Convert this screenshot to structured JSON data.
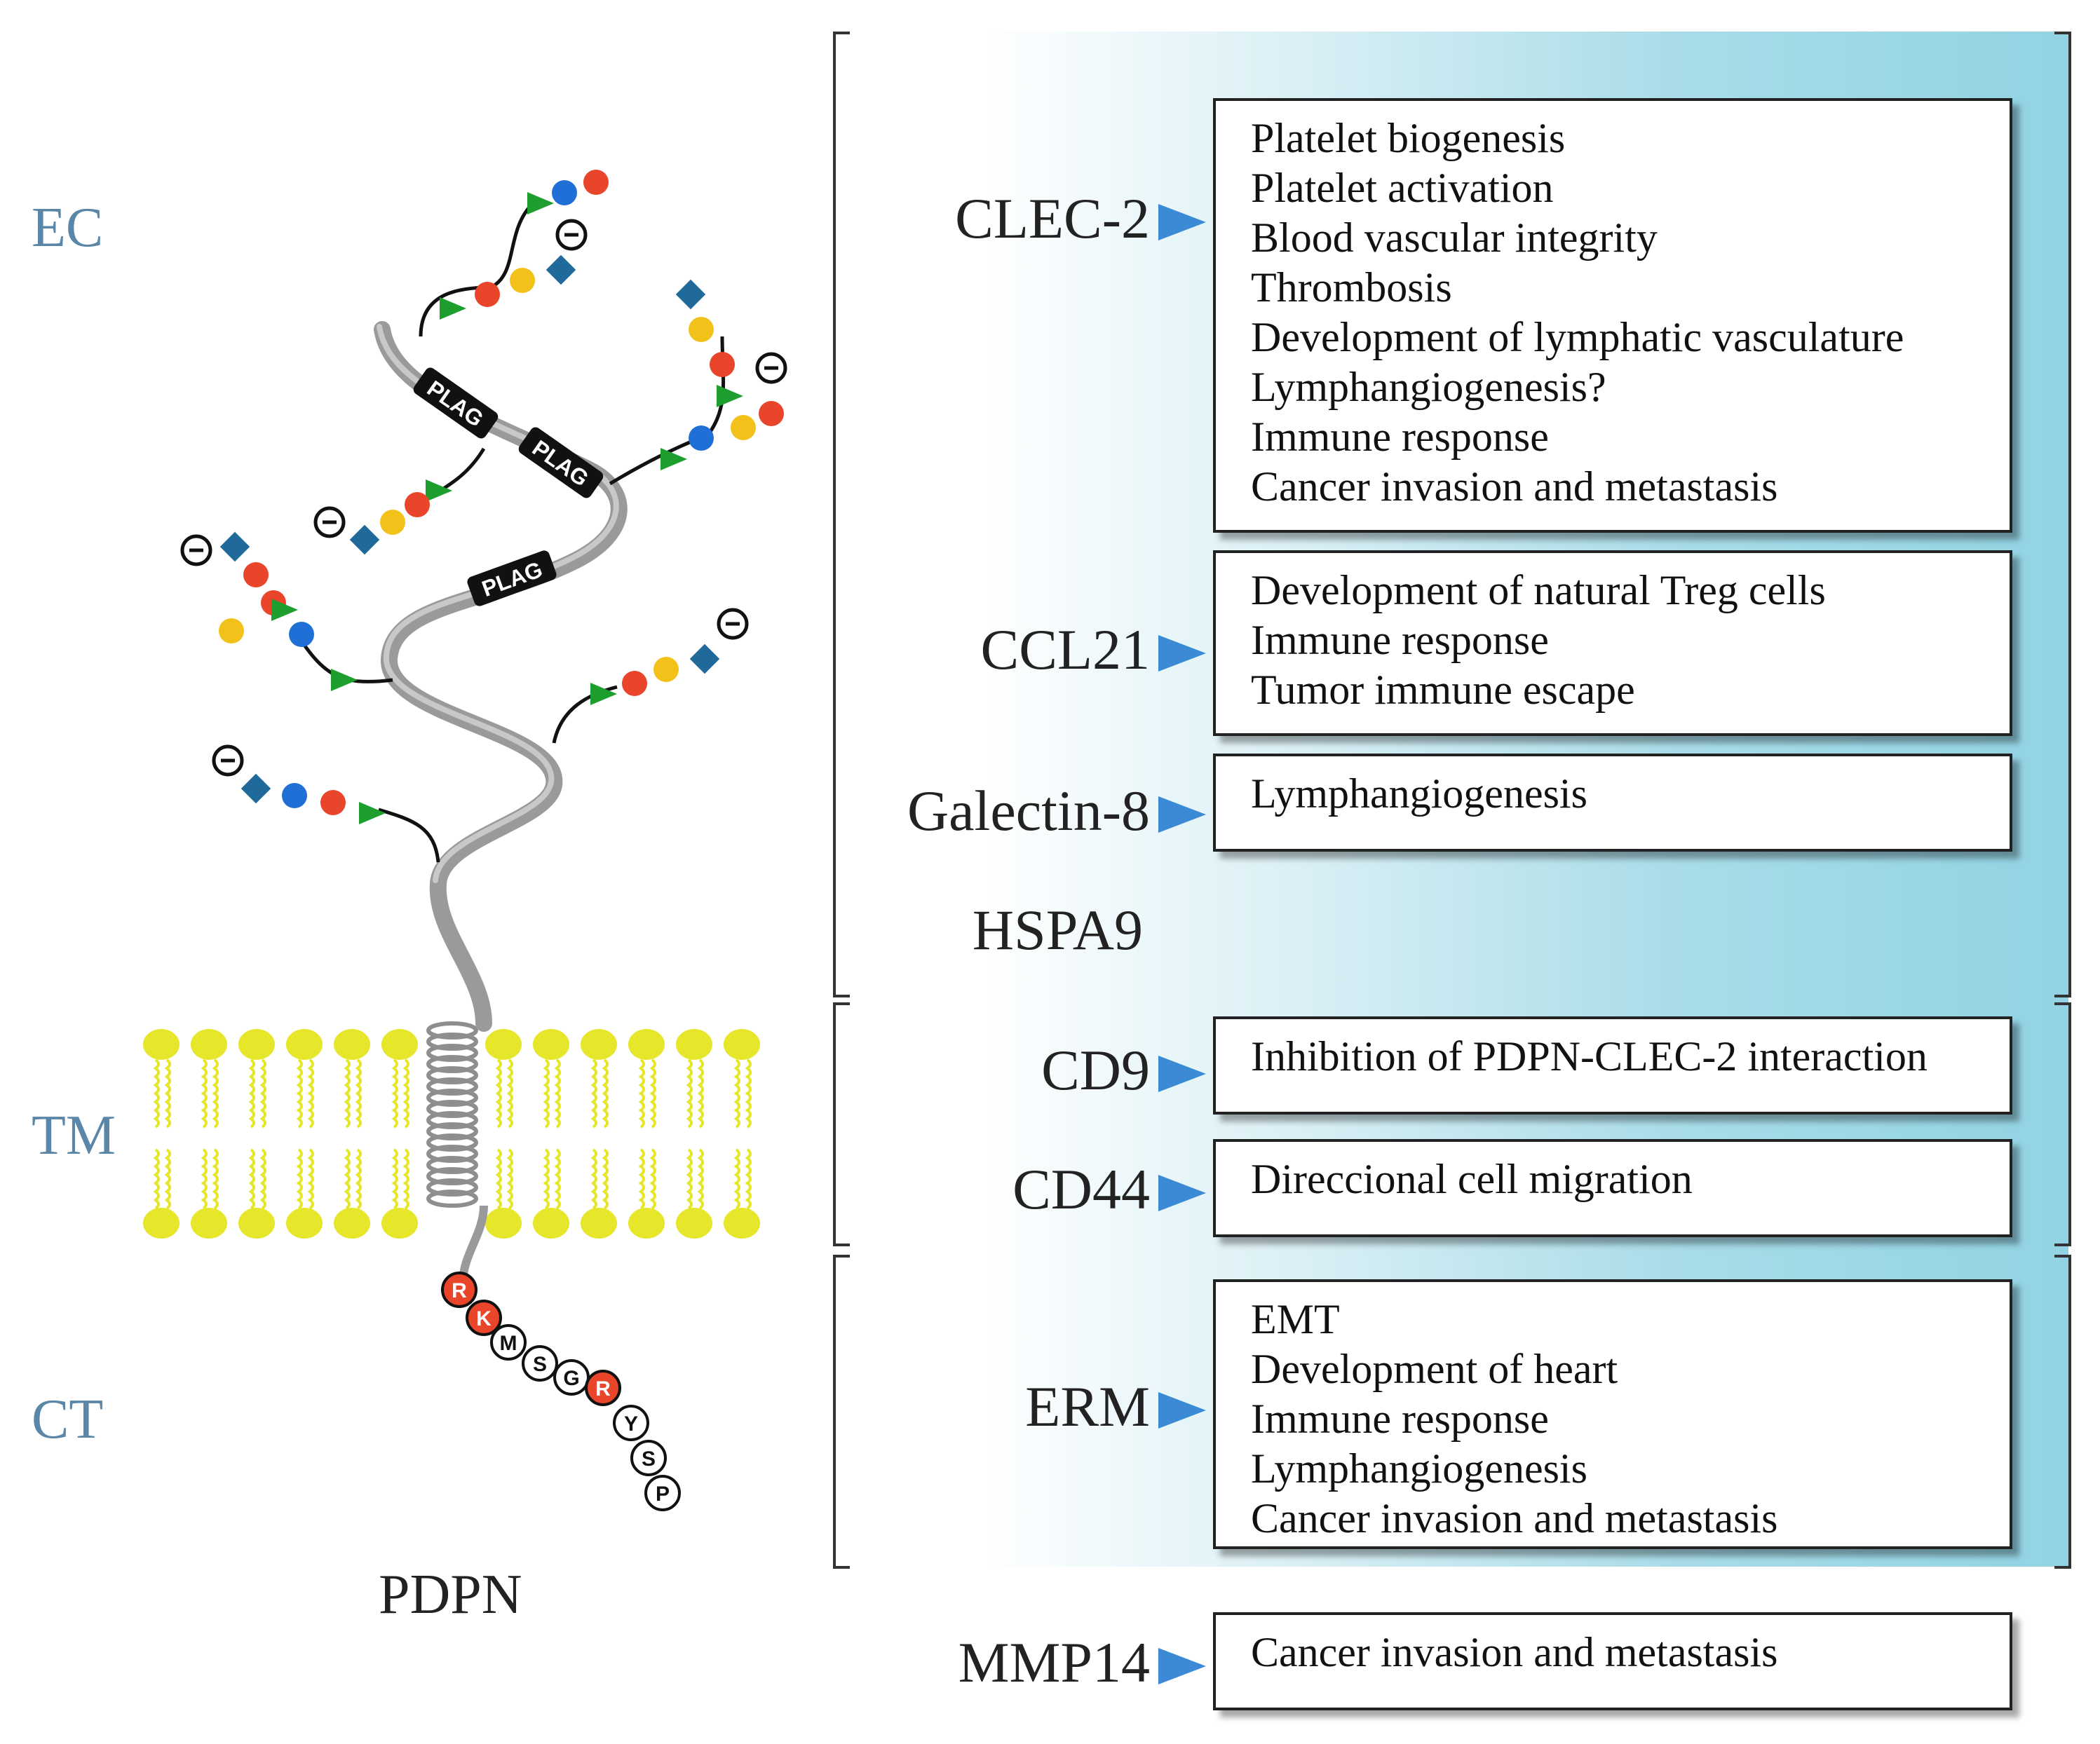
{
  "regions": {
    "ec": "EC",
    "tm": "TM",
    "ct": "CT"
  },
  "protein": {
    "name": "PDPN",
    "plag_motifs": [
      "PLAG",
      "PLAG",
      "PLAG"
    ],
    "residues": [
      {
        "letter": "R",
        "color": "#e8452a"
      },
      {
        "letter": "K",
        "color": "#e8452a"
      },
      {
        "letter": "M",
        "color": "#ffffff"
      },
      {
        "letter": "S",
        "color": "#ffffff"
      },
      {
        "letter": "G",
        "color": "#ffffff"
      },
      {
        "letter": "R",
        "color": "#e8452a"
      },
      {
        "letter": "Y",
        "color": "#ffffff"
      },
      {
        "letter": "S",
        "color": "#ffffff"
      },
      {
        "letter": "P",
        "color": "#ffffff"
      }
    ]
  },
  "interactions": [
    {
      "ligand": "CLEC-2",
      "functions": [
        "Platelet biogenesis",
        "Platelet activation",
        "Blood vascular integrity",
        "Thrombosis",
        "Development of lymphatic vasculature",
        "Lymphangiogenesis?",
        "Immune response",
        "Cancer invasion and metastasis"
      ]
    },
    {
      "ligand": "CCL21",
      "functions": [
        "Development of natural Treg cells",
        "Immune response",
        "Tumor immune escape"
      ]
    },
    {
      "ligand": "Galectin-8",
      "functions": [
        "Lymphangiogenesis"
      ]
    },
    {
      "ligand": "HSPA9",
      "functions": []
    },
    {
      "ligand": "CD9",
      "functions": [
        "Inhibition of PDPN-CLEC-2 interaction"
      ]
    },
    {
      "ligand": "CD44",
      "functions": [
        "Direccional cell migration"
      ]
    },
    {
      "ligand": "ERM",
      "functions": [
        "EMT",
        "Development of heart",
        "Immune response",
        "Lymphangiogenesis",
        "Cancer invasion and metastasis"
      ]
    },
    {
      "ligand": "MMP14",
      "functions": [
        "Cancer invasion and metastasis"
      ]
    }
  ],
  "colors": {
    "region_label": "#5a86a8",
    "arrow": "#3c8ad6",
    "membrane": "#e6e62a",
    "chain": "#9a9a9a",
    "gradient_end": "#92d3e3",
    "sugar_red": "#e8452a",
    "sugar_blue": "#1f6fd6",
    "sugar_yellow": "#f2c21a",
    "sugar_teal": "#1f6a9a",
    "sugar_green": "#1e9e2e"
  }
}
